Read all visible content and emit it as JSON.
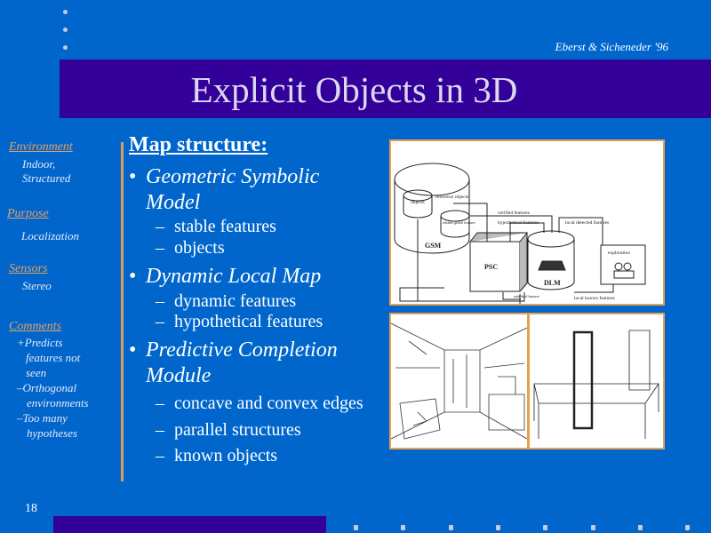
{
  "header": {
    "credit": "Eberst & Sicheneder '96",
    "title": "Explicit Objects in 3D"
  },
  "sidebar": {
    "sections": [
      {
        "heading": "Environment",
        "lines": [
          "Indoor,",
          "Structured"
        ]
      },
      {
        "heading": "Purpose",
        "lines": [
          "Localization"
        ]
      },
      {
        "heading": "Sensors",
        "lines": [
          "Stereo"
        ]
      },
      {
        "heading": "Comments",
        "lines": [
          "+Predicts",
          "features not",
          "seen",
          "–Orthogonal",
          "environments",
          "–Too many",
          "hypotheses"
        ]
      }
    ]
  },
  "main": {
    "heading": "Map structure:",
    "bullets": [
      {
        "line1": "Geometric Symbolic",
        "line2": "Model",
        "subs": [
          "stable features",
          "objects"
        ]
      },
      {
        "line1": "Dynamic Local Map",
        "subs": [
          "dynamic features",
          "hypothetical features"
        ]
      },
      {
        "line1": "Predictive Completion",
        "line2": "Module",
        "subs": [
          "concave and convex edges",
          "parallel structures",
          "known objects"
        ]
      }
    ],
    "bullet_symbol": "•",
    "dash_symbol": "–"
  },
  "diagram": {
    "labels": {
      "objects": "objects",
      "reference_objects": "reference objects",
      "verified_features": "verified features",
      "reliable_global": "reliable global features",
      "hypothetical": "hypothetical features",
      "local_detected": "local detected features",
      "gsm": "GSM",
      "psc": "PSC",
      "dlm": "DLM",
      "exploration": "exploration",
      "stabilized": "stabilized features",
      "local_known": "local known features"
    }
  },
  "footer": {
    "page_number": "18"
  },
  "colors": {
    "background": "#0066cc",
    "bar": "#330099",
    "accent": "#e6a060",
    "title_text": "#dcd8f0"
  }
}
